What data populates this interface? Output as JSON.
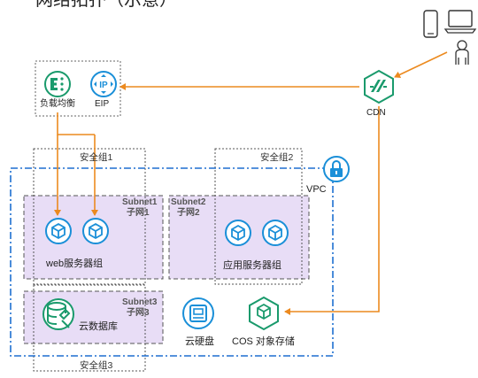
{
  "header": {
    "title": "网络拓扑（示意）"
  },
  "nodes": {
    "load_balancer": "负载均衡",
    "eip": "EIP",
    "eip_icon_text": "IP",
    "cdn": "CDN",
    "web_group": "web服务器组",
    "app_group": "应用服务器组",
    "cloud_db": "云数据库",
    "cloud_disk": "云硬盘",
    "cos": "COS 对象存储",
    "vpc": "VPC"
  },
  "security_groups": {
    "sg1": "安全组1",
    "sg2": "安全组2",
    "sg3": "安全组3"
  },
  "subnets": {
    "subnet1": {
      "name": "Subnet1",
      "cn": "子网1"
    },
    "subnet2": {
      "name": "Subnet2",
      "cn": "子网2"
    },
    "subnet3": {
      "name": "Subnet3",
      "cn": "子网3"
    }
  },
  "colors": {
    "accent_green": "#1a9a6c",
    "accent_blue": "#1a8fd8",
    "vpc_border": "#1e6fd0",
    "flow_orange": "#ec8a1f",
    "subnet_fill": "#e8ddf6"
  }
}
